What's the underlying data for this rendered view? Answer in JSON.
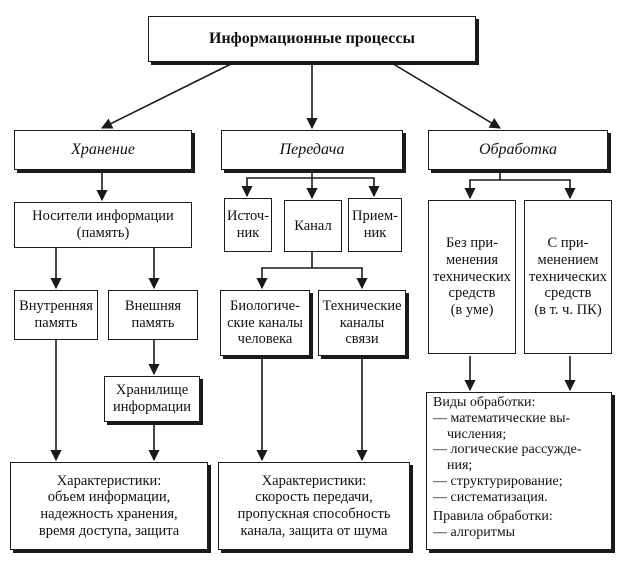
{
  "root": {
    "label": "Информационные процессы"
  },
  "categories": {
    "storage": "Хранение",
    "transfer": "Передача",
    "processing": "Обработка"
  },
  "storage": {
    "media": "Носители информации\n(память)",
    "internal": "Внутренняя\nпамять",
    "external": "Внешняя\nпамять",
    "repository": "Хранилище\nинформации",
    "characteristics": {
      "heading": "Характеристики:",
      "lines": [
        "объем информации,",
        "надежность хранения,",
        "время доступа, защита"
      ]
    }
  },
  "transfer": {
    "source": "Источ-\nник",
    "channel": "Канал",
    "receiver": "Прием-\nник",
    "biological": "Биологиче-\nские каналы\nчеловека",
    "technical": "Технические\nканалы\nсвязи",
    "characteristics": {
      "heading": "Характеристики:",
      "lines": [
        "скорость передачи,",
        "пропускная способность",
        "канала, защита от шума"
      ]
    }
  },
  "processing": {
    "without_tech": "Без при-\nменения\nтехнических\nсредств\n(в уме)",
    "with_tech": "С при-\nменением\nтехнических\nсредств\n(в т. ч. ПК)",
    "kinds": {
      "heading": "Виды обработки:",
      "lines": [
        "— математические вы-",
        "    числения;",
        "— логические рассужде-",
        "    ния;",
        "— структурирование;",
        "— систематизация."
      ],
      "rules_heading": "Правила обработки:",
      "rules_lines": [
        "— алгоритмы"
      ]
    }
  }
}
